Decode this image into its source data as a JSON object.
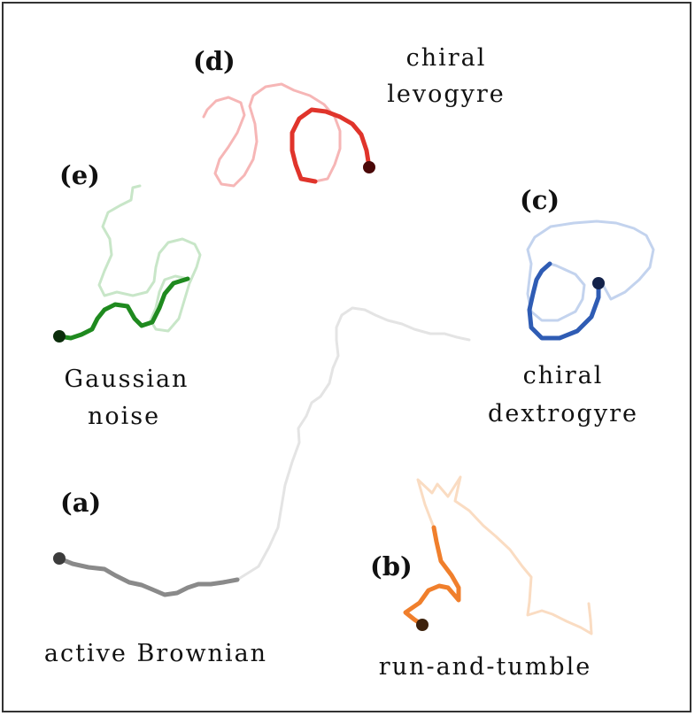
{
  "panels": [
    {
      "tag": "(a)",
      "desc_lines": [
        "active Brownian"
      ],
      "colors": {
        "faint": "#e4e4e4",
        "strong": "#8a8a8a",
        "head": "#3c3c3c"
      }
    },
    {
      "tag": "(b)",
      "desc_lines": [
        "run-and-tumble"
      ],
      "colors": {
        "faint": "#fadcc2",
        "strong": "#f07f2c",
        "head": "#3d220d"
      }
    },
    {
      "tag": "(c)",
      "desc_lines": [
        "chiral",
        "dextrogyre"
      ],
      "colors": {
        "faint": "#c3d3ee",
        "strong": "#2f5cb4",
        "head": "#13224a"
      }
    },
    {
      "tag": "(d)",
      "desc_lines": [
        "chiral",
        "levogyre"
      ],
      "colors": {
        "faint": "#f6b6b6",
        "strong": "#e0342b",
        "head": "#4a0808"
      }
    },
    {
      "tag": "(e)",
      "desc_lines": [
        "Gaussian",
        "noise"
      ],
      "colors": {
        "faint": "#c8e6c8",
        "strong": "#1f8a1f",
        "head": "#0c2e0c"
      }
    }
  ]
}
